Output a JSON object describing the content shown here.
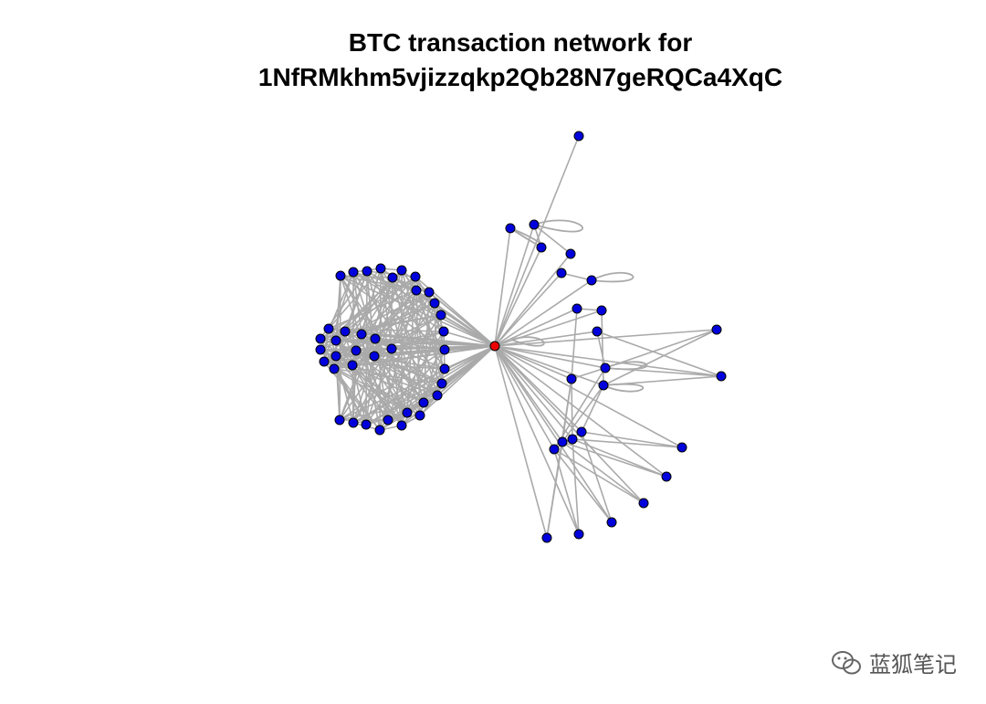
{
  "title": {
    "line1": "BTC transaction network for",
    "line2": "1NfRMkhm5vjizzqkp2Qb28N7geRQCa4XqC"
  },
  "colors": {
    "center_node": "#ee0000",
    "node": "#0000dd",
    "node_border": "#000000",
    "edge": "#aaaaaa",
    "background": "#ffffff"
  },
  "watermark": {
    "icon": "wechat-icon",
    "text": "蓝狐笔记"
  }
}
